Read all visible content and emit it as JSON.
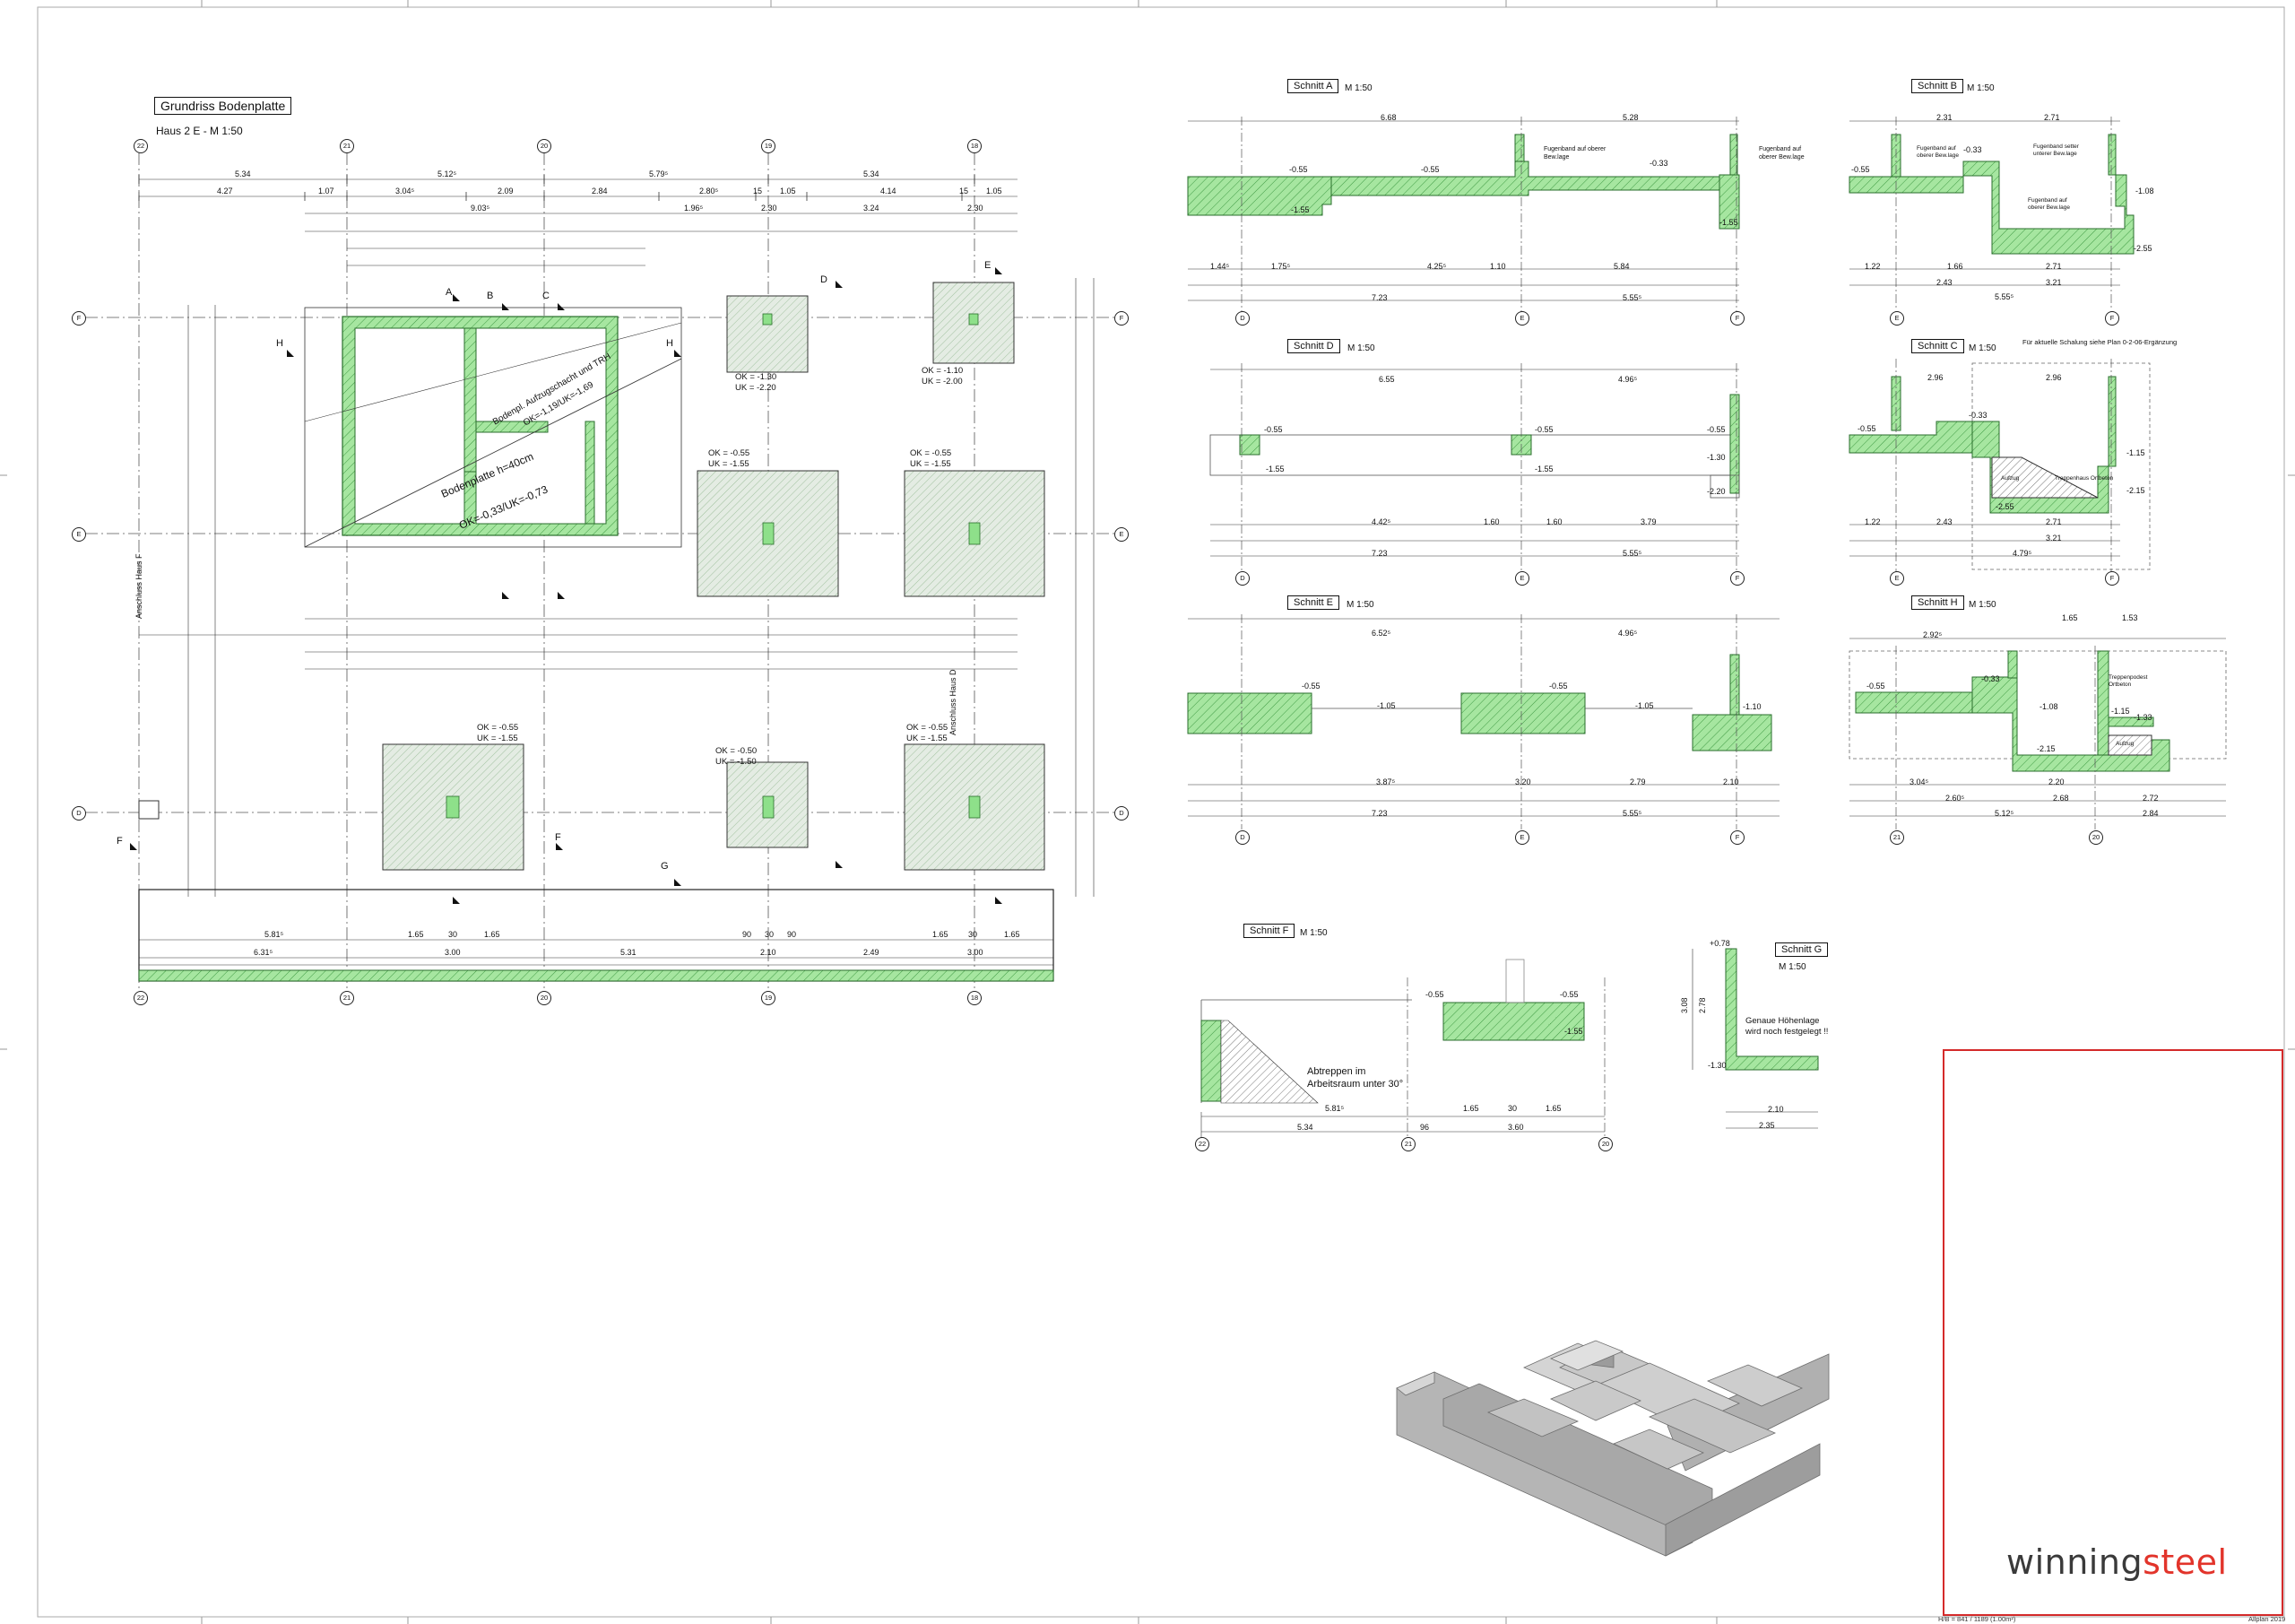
{
  "plan": {
    "title": "Grundriss Bodenplatte",
    "subtitle": "Haus 2 E - M 1:50",
    "annotations": {
      "bodenplatte": "Bodenplatte h=40cm",
      "bodenplatte_ok": "OK=-0,33/UK=-0,73",
      "bodenpl_aufzug": "Bodenpl. Aufzugschacht und TRH",
      "bodenpl_aufzug_ok": "OK=-1,19/UK=-1,69",
      "anschluss_f": "Anschluss Haus F",
      "anschluss_d": "Anschluss Haus D"
    },
    "foundations": [
      {
        "ok": "OK = -1.30",
        "uk": "UK = -2.20"
      },
      {
        "ok": "OK = -1.10",
        "uk": "UK = -2.00"
      },
      {
        "ok": "OK = -0.55",
        "uk": "UK = -1.55"
      },
      {
        "ok": "OK = -0.55",
        "uk": "UK = -1.55"
      },
      {
        "ok": "OK = -0.55",
        "uk": "UK = -1.55"
      },
      {
        "ok": "OK = -0.50",
        "uk": "UK = -1.50"
      },
      {
        "ok": "OK = -0.55",
        "uk": "UK = -1.55"
      }
    ],
    "axes_top": [
      "22",
      "21",
      "20",
      "19",
      "18"
    ],
    "axes_side": [
      "F",
      "E",
      "D"
    ],
    "dim_top_1": [
      "5.34",
      "5.12⁵",
      "5.79⁵",
      "5.34"
    ],
    "dim_top_2": [
      "4.27",
      "1.07",
      "3.04⁵",
      "2.09",
      "2.84",
      "2.80⁵",
      "15",
      "1.05",
      "4.14",
      "15",
      "1.05"
    ],
    "dim_top_3": [
      "9.03⁵",
      "1.96⁵",
      "2.30",
      "3.24",
      "2.30"
    ],
    "dim_bottom": [
      "5.81⁵",
      "1.65",
      "30",
      "1.65",
      "90",
      "30",
      "90",
      "1.65",
      "30",
      "1.65"
    ],
    "dim_bottom_2": [
      "6.31⁵",
      "3.00",
      "5.31",
      "2.10",
      "2.49",
      "3.00"
    ],
    "section_marks": [
      "A",
      "B",
      "C",
      "D",
      "E",
      "F",
      "G",
      "H"
    ]
  },
  "sections": [
    {
      "title": "Schnitt A",
      "scale": "M 1:50",
      "axes": [
        "D",
        "E",
        "F"
      ],
      "levels": [
        "-0.55",
        "-0.55",
        "-0.33",
        "-1.55",
        "-1.55"
      ],
      "notes": [
        "Fugenband auf oberer Bew.lage",
        "Fugenband auf oberer Bew.lage"
      ],
      "dims": [
        "6.68",
        "5.28",
        "1.44⁵",
        "1.75⁵",
        "4.25⁵",
        "1.10",
        "5.84",
        "7.23",
        "5.55⁵"
      ]
    },
    {
      "title": "Schnitt B",
      "scale": "M 1:50",
      "axes": [
        "E",
        "F"
      ],
      "levels": [
        "-0.55",
        "-0.33",
        "-1.08",
        "-2.55"
      ],
      "notes": [
        "Fugenband setter unterer Bew.lage",
        "Fugenband auf oberer Bew.lage",
        "Fugenband auf oberer Bew.lage"
      ],
      "dims": [
        "2.31",
        "2.71",
        "1.22",
        "1.66",
        "2.71",
        "2.43",
        "3.21",
        "5.55⁵"
      ]
    },
    {
      "title": "Schnitt D",
      "scale": "M 1:50",
      "axes": [
        "D",
        "E",
        "F"
      ],
      "levels": [
        "-0.55",
        "-1.55",
        "-0.55",
        "-1.55",
        "-0.55",
        "-1.30",
        "-2.20"
      ],
      "notes": [],
      "dims": [
        "6.55",
        "4.96⁵",
        "4.42⁵",
        "1.60",
        "1.60",
        "3.79",
        "7.23",
        "5.55⁵"
      ]
    },
    {
      "title": "Schnitt C",
      "scale": "M 1:50",
      "axes": [
        "E",
        "F"
      ],
      "levels": [
        "-0.55",
        "-0.33",
        "-1.15",
        "-2.15",
        "-2.55"
      ],
      "notes": [
        "Für aktuelle Schalung siehe Plan 0-2-06-Ergänzung",
        "Aufzug",
        "Treppenhaus Ortbeton"
      ],
      "dims": [
        "2.96",
        "2.96",
        "1.22",
        "2.43",
        "2.71",
        "3.21",
        "4.79⁵"
      ]
    },
    {
      "title": "Schnitt E",
      "scale": "M 1:50",
      "axes": [
        "D",
        "E",
        "F"
      ],
      "levels": [
        "-0.55",
        "-1.05",
        "-0.55",
        "-1.05",
        "-1.10"
      ],
      "notes": [],
      "dims": [
        "6.52⁵",
        "4.96⁵",
        "3.87⁵",
        "3.20",
        "2.79",
        "2.10",
        "7.23",
        "5.55⁵"
      ]
    },
    {
      "title": "Schnitt H",
      "scale": "M 1:50",
      "axes": [
        "21",
        "20"
      ],
      "levels": [
        "-0.55",
        "-0.33",
        "-1.08",
        "-1.15",
        "-1.33",
        "-2.15"
      ],
      "notes": [
        "Treppenpodest Ortbeton",
        "Aufzug"
      ],
      "dims": [
        "2.92⁵",
        "1.65",
        "1.53",
        "3.04⁵",
        "2.20",
        "2.60⁵",
        "2.68",
        "2.72",
        "5.12⁵",
        "2.84"
      ]
    },
    {
      "title": "Schnitt F",
      "scale": "M 1:50",
      "axes": [
        "22",
        "21",
        "20"
      ],
      "levels": [
        "-0.55",
        "-1.55",
        "-0.55"
      ],
      "notes": [
        "Abtreppen im",
        "Arbeitsraum unter 30°"
      ],
      "dims": [
        "5.81⁵",
        "1.65",
        "30",
        "1.65",
        "5.34",
        "96",
        "3.60"
      ]
    },
    {
      "title": "Schnitt G",
      "scale": "M 1:50",
      "axes": [],
      "levels": [
        "+0.78",
        "-1.30"
      ],
      "notes": [
        "Genaue Höhenlage",
        "wird noch festgelegt !!"
      ],
      "dims": [
        "2.10",
        "2.35",
        "3.08",
        "2.78"
      ]
    }
  ],
  "title_block": {
    "brand_part1": "winning",
    "brand_part2": "steel",
    "brand_color_dark": "#3a3a3a",
    "brand_color_accent": "#e2342b",
    "frame_color": "#d42a2a"
  },
  "footer": {
    "format": "H/B = 841 / 1189 (1.00m²)",
    "software": "Allplan 2019"
  },
  "colors": {
    "concrete_fill": "#9fe49a",
    "hatch": "#3f9a43",
    "foundation_fill": "#dde8dc"
  }
}
